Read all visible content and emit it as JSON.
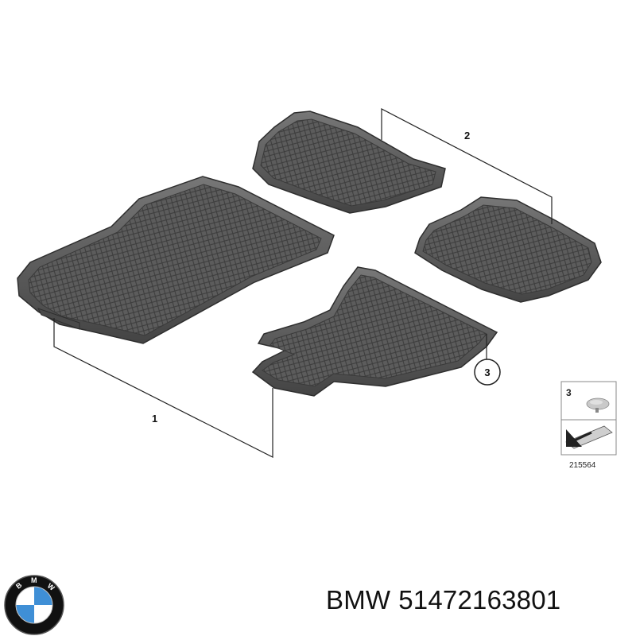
{
  "callouts": {
    "mat_front_left": "1",
    "mat_rear_set": "2",
    "clip": "3"
  },
  "legend": {
    "item_number": "3",
    "diagram_number": "215564"
  },
  "logo": {
    "letters": [
      "B",
      "M",
      "W"
    ],
    "colors": {
      "blue": "#3f8fd6",
      "white": "#ffffff",
      "ring": "#111111"
    }
  },
  "caption": {
    "brand": "BMW",
    "part_number": "51472163801"
  },
  "colors": {
    "mat_fill": "#5a5a5a",
    "mat_edge": "#2e2e2e",
    "leader_line": "#222222"
  }
}
